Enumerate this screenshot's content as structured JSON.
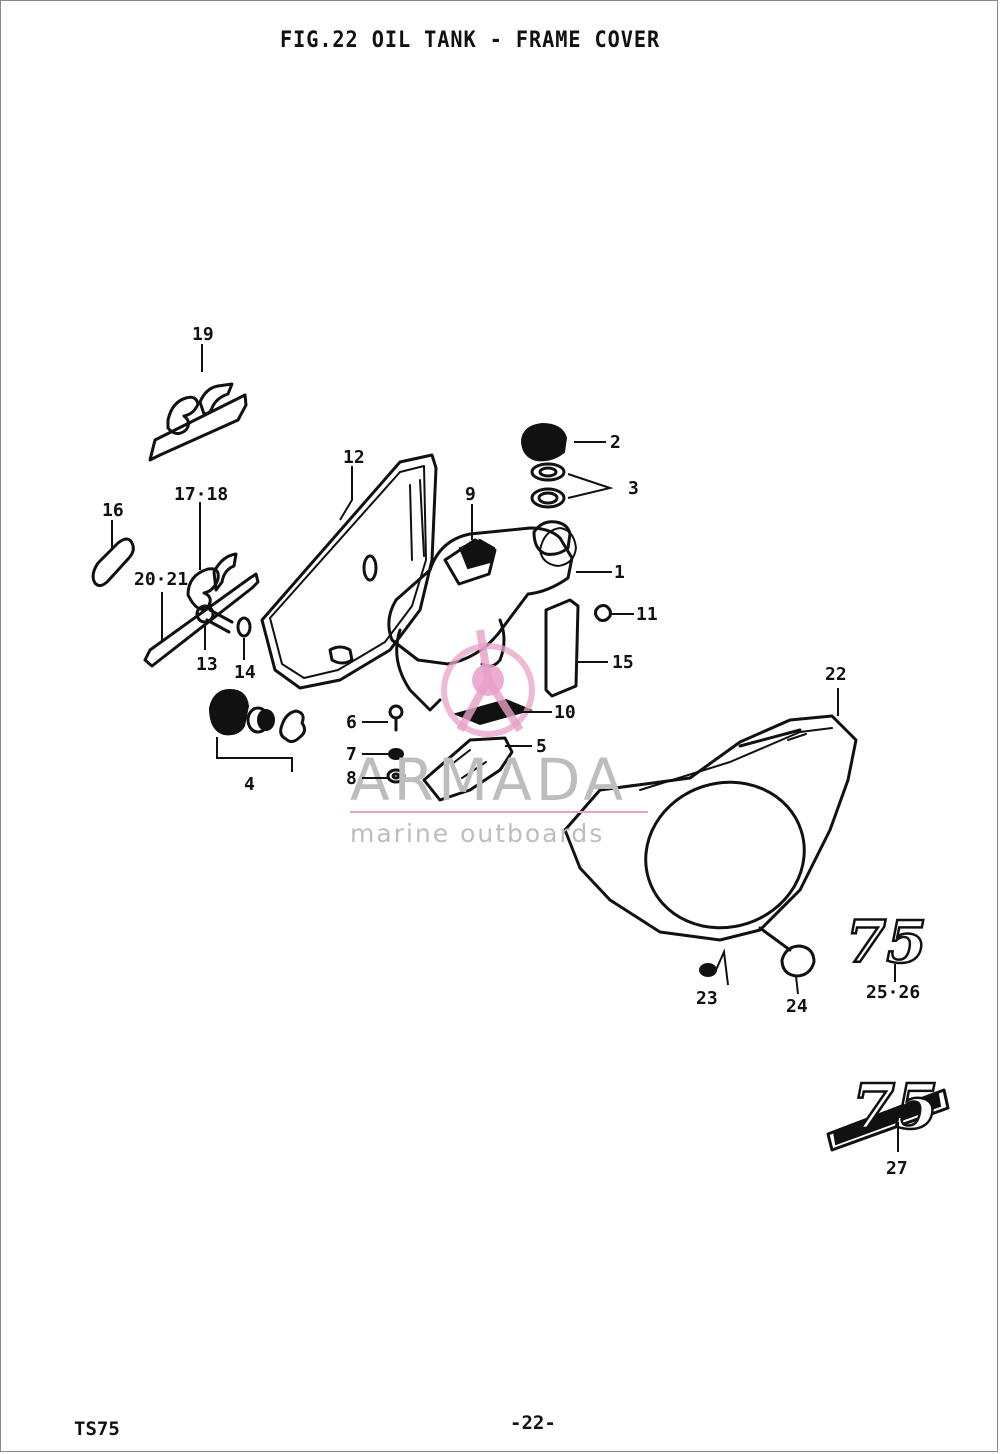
{
  "title": "FIG.22  OIL TANK - FRAME COVER",
  "footer": {
    "model": "TS75",
    "page": "-22-"
  },
  "callouts": {
    "c1": "1",
    "c2": "2",
    "c3": "3",
    "c4": "4",
    "c5": "5",
    "c6": "6",
    "c7": "7",
    "c8": "8",
    "c9": "9",
    "c10": "10",
    "c11": "11",
    "c12": "12",
    "c13": "13",
    "c14": "14",
    "c15": "15",
    "c16": "16",
    "c17_18": "17·18",
    "c19": "19",
    "c20_21": "20·21",
    "c22": "22",
    "c23": "23",
    "c24": "24",
    "c25_26": "25·26",
    "c27": "27"
  },
  "emblems": {
    "emblem_a": "75",
    "emblem_b": "75"
  },
  "watermark": {
    "brand": "ARMADA",
    "tagline": "marine outboards",
    "accent_color": "#e8a0c8"
  }
}
